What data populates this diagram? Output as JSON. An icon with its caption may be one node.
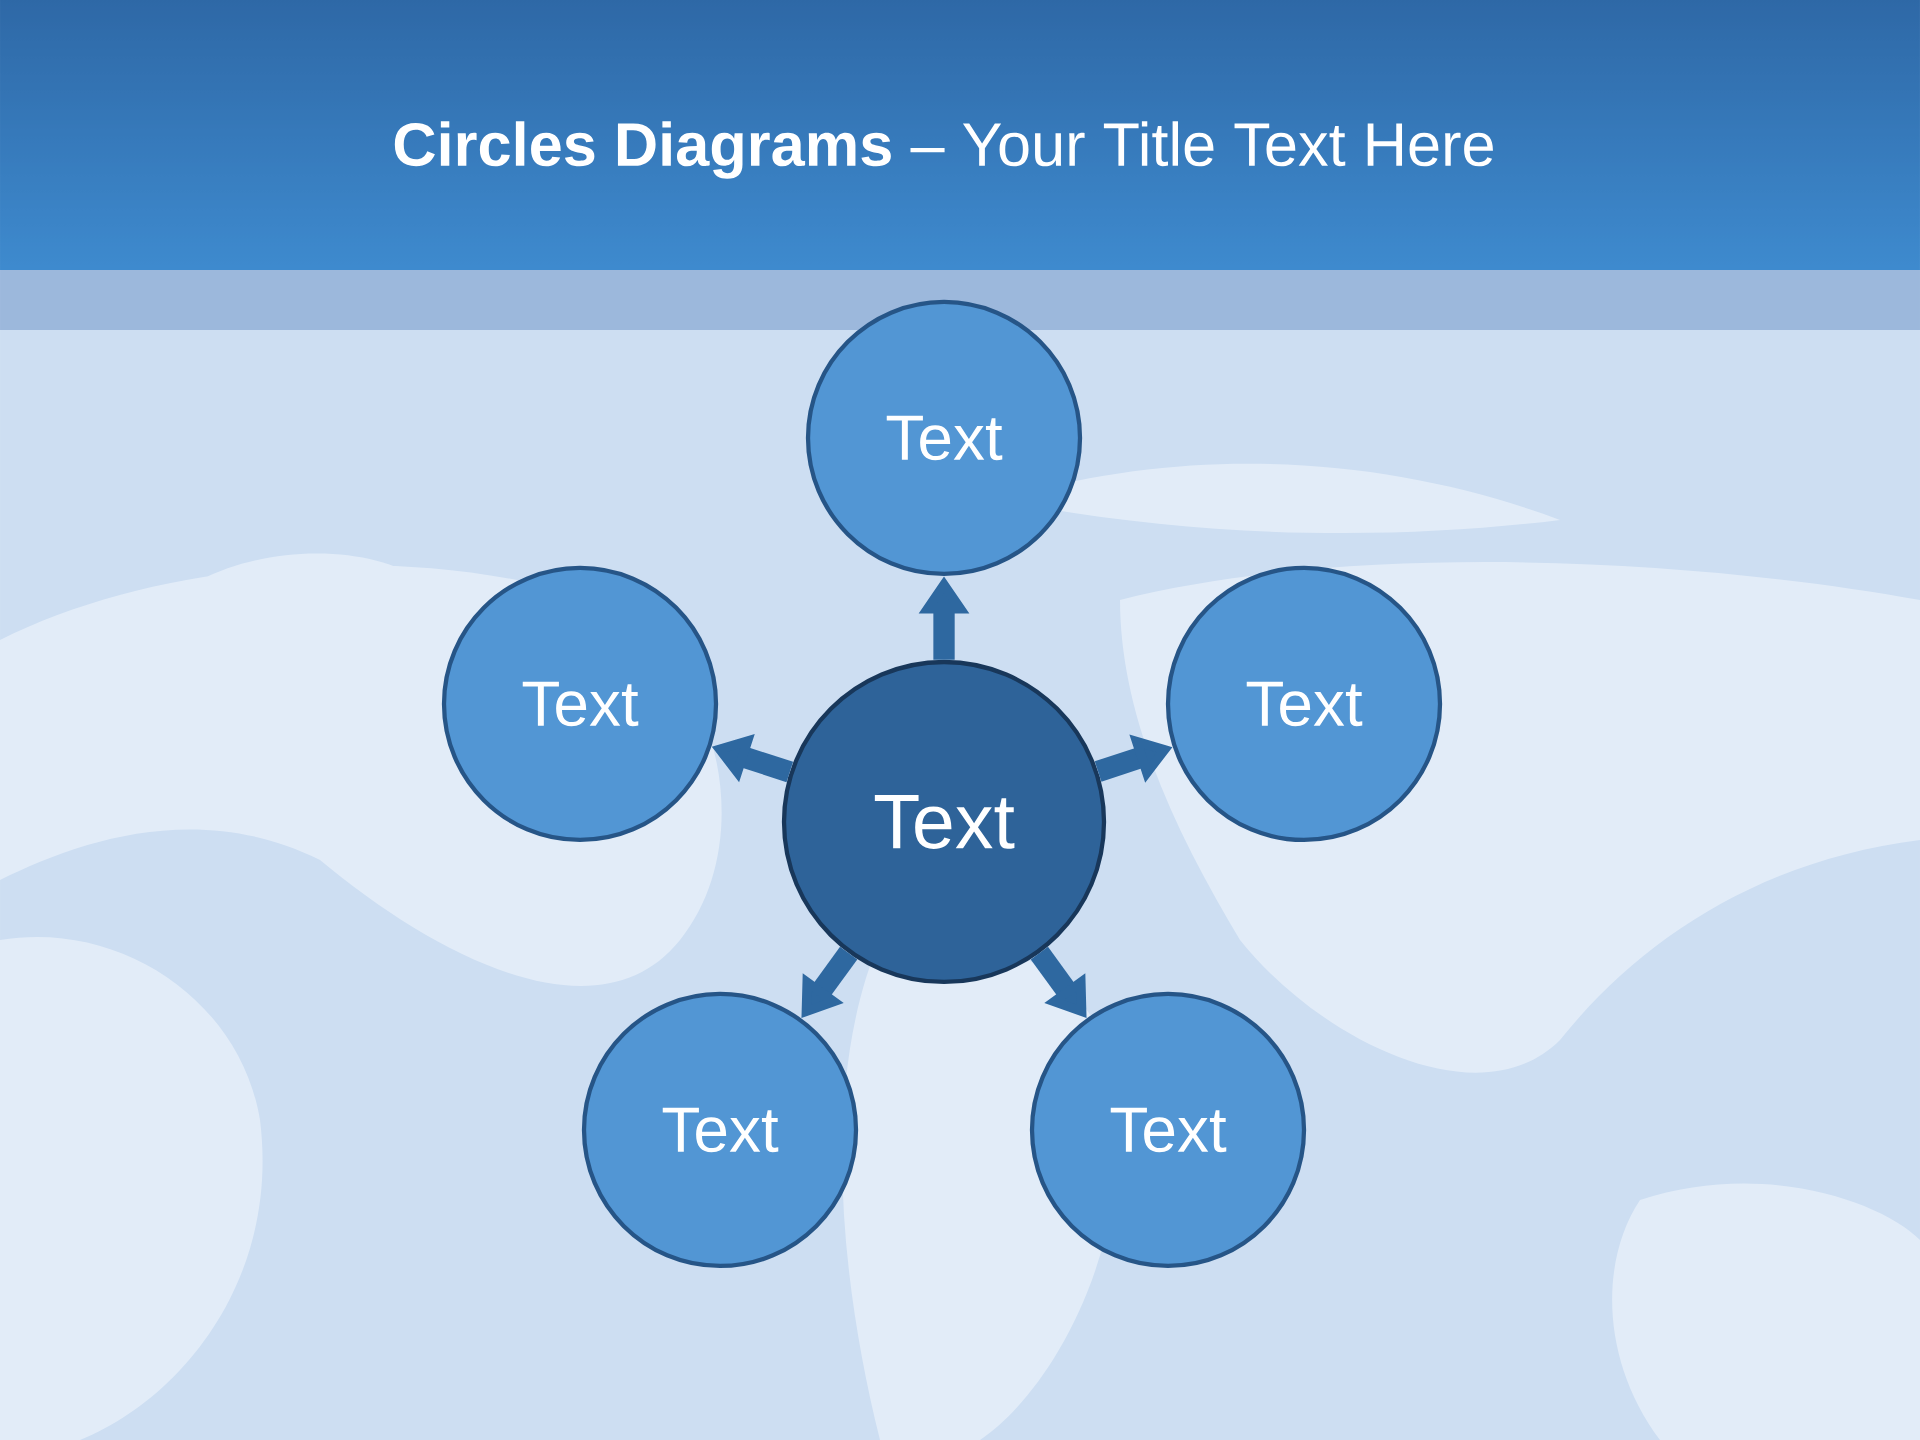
{
  "diagram": {
    "title": "**Circles Diagrams** – Your Title Text Here",
    "nodes": [
      {
        "text": [
          "Text"
        ]
      },
      {
        "text": [
          "Text"
        ]
      },
      {
        "text": [
          "Text"
        ]
      },
      {
        "text": [
          "Text"
        ]
      },
      {
        "text": [
          "Text"
        ]
      },
      {
        "text": [
          "Text"
        ]
      }
    ],
    "edges": [
      {
        "from": 3,
        "to": 0,
        "arrow": "to"
      },
      {
        "from": 3,
        "to": 1,
        "arrow": "to"
      },
      {
        "from": 3,
        "to": 2,
        "arrow": "to"
      },
      {
        "from": 3,
        "to": 4,
        "arrow": "to"
      },
      {
        "from": 3,
        "to": 5,
        "arrow": "to"
      }
    ]
  }
}
